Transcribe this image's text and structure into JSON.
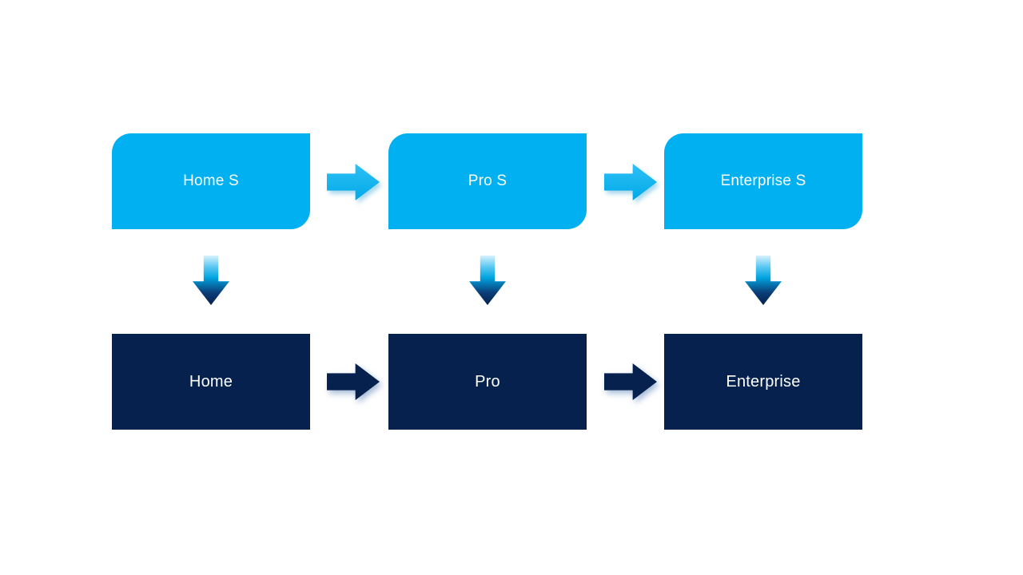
{
  "diagram": {
    "title": "",
    "top_row": [
      {
        "label": "Home S"
      },
      {
        "label": "Pro S"
      },
      {
        "label": "Enterprise S"
      }
    ],
    "bottom_row": [
      {
        "label": "Home"
      },
      {
        "label": "Pro"
      },
      {
        "label": "Enterprise"
      }
    ],
    "colors": {
      "background": "#FFFFFF",
      "light_blue_box": "#00B0F0",
      "dark_navy_box": "#06214E",
      "text": "#FFFFFF",
      "down_arrow_gradient_top": "#D7F1FC",
      "down_arrow_gradient_mid": "#00A3E0",
      "down_arrow_gradient_bottom": "#06214E"
    }
  }
}
